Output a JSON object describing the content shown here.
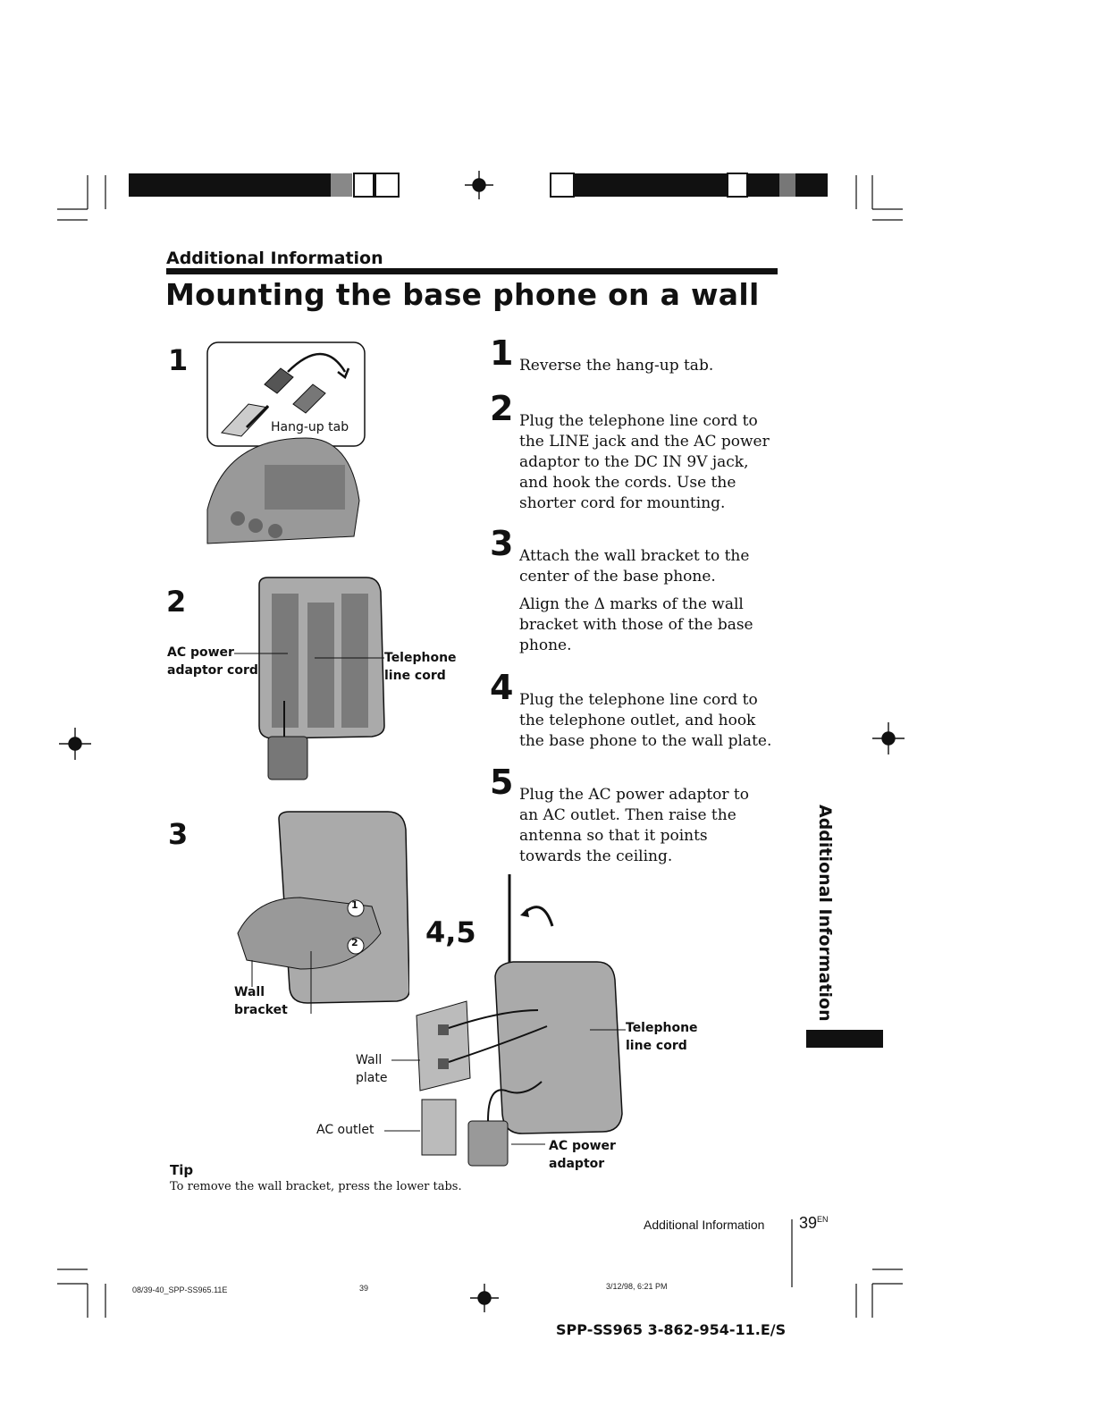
{
  "header": {
    "section": "Additional Information",
    "title": "Mounting the base phone on a wall"
  },
  "figures": {
    "fig1": {
      "number": "1",
      "label_hangup_tab": "Hang-up tab"
    },
    "fig2": {
      "number": "2",
      "label_ac_power_adaptor_cord": "AC power\nadaptor cord",
      "label_telephone_line_cord": "Telephone\nline cord"
    },
    "fig3": {
      "number": "3",
      "label_wall_bracket": "Wall\nbracket",
      "marker_1": "1",
      "marker_2": "2"
    },
    "fig45": {
      "number": "4,5",
      "label_telephone_line_cord": "Telephone\nline cord",
      "label_wall_plate": "Wall\nplate",
      "label_ac_outlet": "AC outlet",
      "label_ac_power_adaptor": "AC power\nadaptor"
    }
  },
  "steps": [
    {
      "number": "1",
      "text": "Reverse the hang-up tab."
    },
    {
      "number": "2",
      "text": "Plug the telephone line cord to the LINE jack and the AC power adaptor to the DC IN 9V jack, and hook the cords. Use the shorter cord for mounting."
    },
    {
      "number": "3",
      "text": "Attach the wall bracket to the center of the base phone.",
      "extra": "Align the Δ marks of the wall bracket with those of the base phone."
    },
    {
      "number": "4",
      "text": "Plug the telephone line cord to the telephone outlet, and hook the base phone to the wall plate."
    },
    {
      "number": "5",
      "text": "Plug the AC power adaptor to an AC outlet. Then raise the antenna so that it points towards the ceiling."
    }
  ],
  "tip": {
    "heading": "Tip",
    "text": "To remove the wall bracket, press the lower tabs."
  },
  "side_tab": "Additional Information",
  "footer": {
    "section": "Additional Information",
    "page": "39",
    "page_suffix": "EN",
    "file": "08/39-40_SPP-SS965.11E",
    "sheet": "39",
    "datetime": "3/12/98, 6:21 PM",
    "model": "SPP-SS965 3-862-954-11.E/S"
  }
}
